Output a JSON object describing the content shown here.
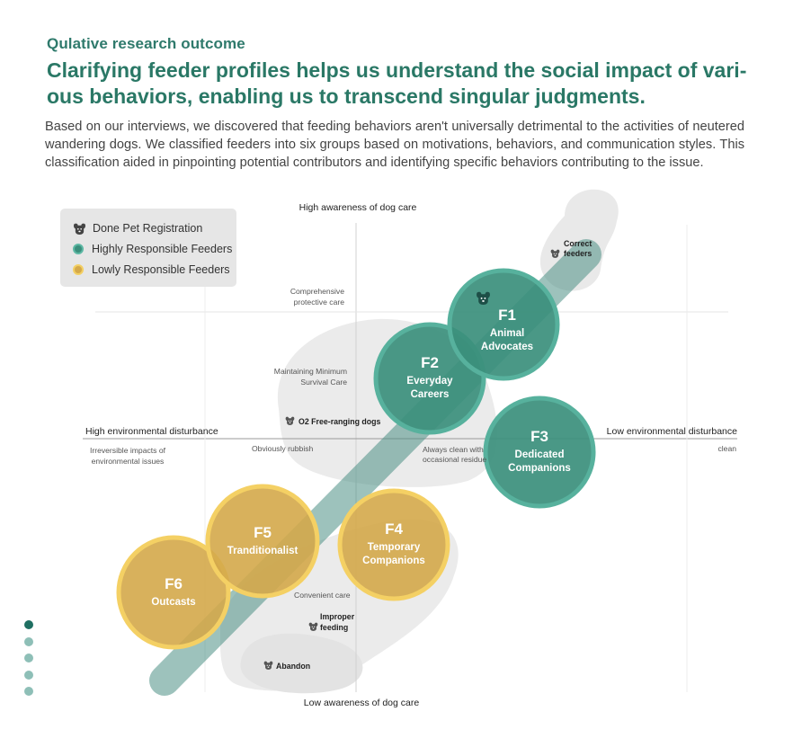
{
  "header": {
    "eyebrow": "Qulative research outcome",
    "headline": "Clarifying feeder profiles helps us understand the social impact of vari-ous behaviors, enabling us to transcend singular judgments.",
    "intro": "Based on our interviews, we discovered that feeding behaviors aren't universally detrimental to the activities of neutered wandering dogs. We classified feeders into six groups based on motivations, behaviors, and communication styles. This classification aided in pinpointing potential contributors and identifying specific behaviors contributing to the issue."
  },
  "legend": {
    "items": [
      {
        "label": "Done Pet Registration",
        "icon": "dog-head-icon"
      },
      {
        "label": "Highly Responsible Feeders",
        "color": "#3b8f7c"
      },
      {
        "label": "Lowly Responsible Feeders",
        "color": "#d4a94a"
      }
    ]
  },
  "axes": {
    "top": "High awareness of dog care",
    "bottom": "Low awareness of dog care",
    "left": "High environmental disturbance",
    "right": "Low environmental disturbance"
  },
  "annotations": {
    "comprehensive_1": "Comprehensive",
    "comprehensive_2": "protective care",
    "minimum_1": "Maintaining Minimum",
    "minimum_2": "Survival Care",
    "irreversible_1": "Irreversible impacts of",
    "irreversible_2": "environmental issues",
    "rubbish": "Obviously rubbish",
    "always_clean_1": "Always clean with",
    "always_clean_2": "occasional residue",
    "clean": "clean",
    "convenient": "Convenient care",
    "free_ranging": "O2 Free-ranging dogs",
    "correct_1": "Correct",
    "correct_2": "feeders",
    "improper_1": "Improper",
    "improper_2": "feeding",
    "abandon": "Abandon"
  },
  "feeders": [
    {
      "code": "F1",
      "name_1": "Animal",
      "name_2": "Advocates",
      "group": "high",
      "registered": true
    },
    {
      "code": "F2",
      "name_1": "Everyday",
      "name_2": "Careers",
      "group": "high",
      "registered": false
    },
    {
      "code": "F3",
      "name_1": "Dedicated",
      "name_2": "Companions",
      "group": "high",
      "registered": false
    },
    {
      "code": "F4",
      "name_1": "Temporary",
      "name_2": "Companions",
      "group": "low",
      "registered": false
    },
    {
      "code": "F5",
      "name_1": "Tranditionalist",
      "name_2": "",
      "group": "low",
      "registered": false
    },
    {
      "code": "F6",
      "name_1": "Outcasts",
      "name_2": "",
      "group": "low",
      "registered": false
    }
  ],
  "colors": {
    "high_fill": "#3b8f7c",
    "high_ring": "#57b19d",
    "low_fill": "#d4a94a",
    "low_ring": "#f4d064",
    "title": "#2a7866"
  },
  "pager": {
    "count": 5,
    "active": 1
  }
}
